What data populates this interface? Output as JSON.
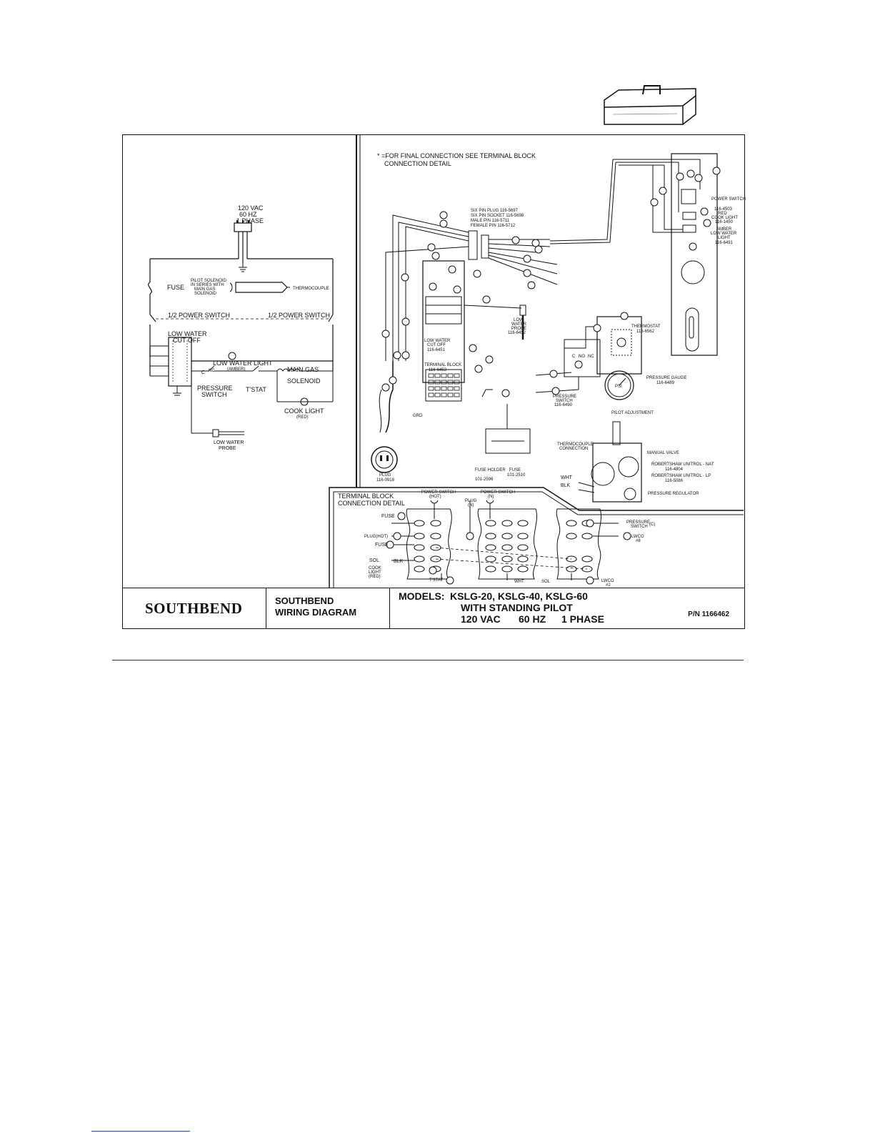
{
  "title_block": {
    "brand": "SOUTHBEND",
    "diagram_title_line1": "SOUTHBEND",
    "diagram_title_line2": "WIRING DIAGRAM",
    "models_label": "MODELS:",
    "models": "KSLG-20, KSLG-40, KSLG-60",
    "pilot": "WITH STANDING PILOT",
    "voltage": "120 VAC",
    "frequency": "60 HZ",
    "phase": "1 PHASE",
    "part_number": "P/N 1166462"
  },
  "note": {
    "line1": "* =FOR FINAL CONNECTION SEE TERMINAL BLOCK",
    "line2": "CONNECTION DETAIL"
  },
  "schematic": {
    "supply_l1": "120 VAC",
    "supply_l2": "60 HZ",
    "supply_l3": "1 PHASE",
    "fuse": "FUSE",
    "pilot_solenoid_l1": "PILOT SOLENOID",
    "pilot_solenoid_l2": "IN SERIES WITH",
    "pilot_solenoid_l3": "MAIN GAS",
    "pilot_solenoid_l4": "SOLENOID",
    "thermocouple": "THERMOCOUPLE",
    "half_power_switch_left": "1/2 POWER SWITCH",
    "half_power_switch_right": "1/2 POWER SWITCH",
    "low_water_cutoff_l1": "LOW WATER",
    "low_water_cutoff_l2": "CUT OFF",
    "low_water_light": "LOW WATER LIGHT",
    "amber": "(AMBER)",
    "c": "C",
    "nc": "NC",
    "pressure_switch_l1": "PRESSURE",
    "pressure_switch_l2": "SWITCH",
    "tstat": "T'STAT",
    "main_gas_l1": "MAIN GAS",
    "main_gas_l2": "SOLENOID",
    "cook_light": "COOK LIGHT",
    "red": "(RED)",
    "probe_l1": "LOW WATER",
    "probe_l2": "PROBE"
  },
  "wiring": {
    "six_pin_plug": "SIX PIN PLUG 116-5697",
    "six_pin_socket": "SIX PIN SOCKET 116-5698",
    "male_pin": "MALE PIN 116-5711",
    "female_pin": "FEMALE PIN 116-5712",
    "power_switch": "POWER SWITCH",
    "power_switch_pn": "116-4503",
    "red_cook_light_l1": "RED",
    "red_cook_light_l2": "COOK LIGHT",
    "red_cook_light_pn": "116-1450",
    "amber_light_l1": "AMBER",
    "amber_light_l2": "LOW WATER",
    "amber_light_l3": "LIGHT",
    "amber_light_pn": "116-6491",
    "lwco_l1": "LOW WATER",
    "lwco_l2": "CUT OFF",
    "lwco_pn": "116-6451",
    "terminal_block": "TERMINAL BLOCK",
    "terminal_block_pn": "116-6453",
    "probe_l1": "LOW",
    "probe_l2": "WATER",
    "probe_l3": "PROBE",
    "probe_pn": "116-6452",
    "thermostat": "THERMOSTAT",
    "thermostat_pn": "116-6562",
    "pressure_gauge": "PRESSURE GAUGE",
    "pressure_gauge_pn": "116-6489",
    "psi": "PSI",
    "pressure_switch_l1": "PRESSURE",
    "pressure_switch_l2": "SWITCH",
    "pressure_switch_pn": "116-6490",
    "psw_c": "C",
    "psw_no": "NO",
    "psw_nc": "NC",
    "pilot_adjustment": "PILOT ADJUSTMENT",
    "thermocouple_conn_l1": "THERMOCOUPLE",
    "thermocouple_conn_l2": "CONNECTION",
    "manual_valve": "MANUAL VALVE",
    "unitrol_nat": "ROBERTSHAW UNITROL - NAT",
    "unitrol_nat_pn": "116-4804",
    "unitrol_lp": "ROBERTSHAW UNITROL - LP",
    "unitrol_lp_pn": "116-5086",
    "wht": "WHT",
    "blk": "BLK",
    "pressure_regulator": "PRESSURE REGULATOR",
    "plug": "PLUG",
    "plug_pn": "116-0918",
    "fuse_holder": "FUSE HOLDER",
    "fuse_holder_pn": "101-2596",
    "fuse": "FUSE",
    "fuse_pn": "101-2510",
    "grd": "GRD"
  },
  "terminal_detail": {
    "title_l1": "TERMINAL BLOCK",
    "title_l2": "CONNECTION DETAIL",
    "power_switch_hot_l1": "POWER SWITCH",
    "power_switch_hot_l2": "(HOT)",
    "plug_n_l1": "PLUG",
    "plug_n_l2": "(N)",
    "power_switch_n_l1": "POWER SWITCH",
    "power_switch_n_l2": "(N)",
    "fuse1": "FUSE",
    "plug_hot": "PLUG(HOT)",
    "fuse2": "FUSE",
    "sol": "SOL",
    "blk": "BLK",
    "cook_light_l1": "COOK",
    "cook_light_l2": "LIGHT",
    "cook_light_l3": "(RED)",
    "tstat": "T'STAT",
    "wht": "WHT",
    "sol2": "SOL",
    "pressure_switch_l1": "PRESSURE",
    "pressure_switch_l2": "SWITCH",
    "pressure_switch_l3": "(C)",
    "lwco8_l1": "LWCO",
    "lwco8_l2": "#8",
    "lwco2_l1": "LWCO",
    "lwco2_l2": "#2"
  }
}
